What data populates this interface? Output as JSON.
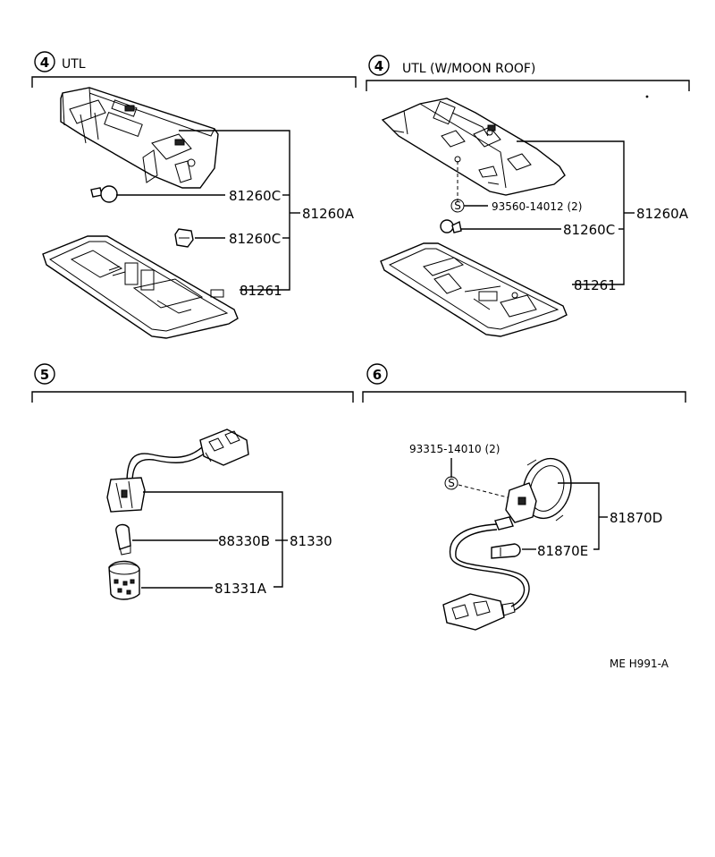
{
  "sections": {
    "s4_utl": {
      "number": "4",
      "title": "UTL"
    },
    "s4_moon": {
      "number": "4",
      "title": "UTL (W/MOON ROOF)"
    },
    "s5": {
      "number": "5"
    },
    "s6": {
      "number": "6"
    }
  },
  "labels": {
    "utl_81260c_a": "81260C",
    "utl_81260a": "81260A",
    "utl_81260c_b": "81260C",
    "utl_81261": "81261",
    "moon_screw": "93560-14012 (2)",
    "moon_screw_symbol": "S",
    "moon_81260a": "81260A",
    "moon_81260c": "81260C",
    "moon_81261": "81261",
    "s5_88330b": "88330B",
    "s5_81330": "81330",
    "s5_81331a": "81331A",
    "s6_screw": "93315-14010 (2)",
    "s6_screw_symbol": "S",
    "s6_81870d": "81870D",
    "s6_81870e": "81870E"
  },
  "footer": {
    "code": "ME H991-A"
  }
}
